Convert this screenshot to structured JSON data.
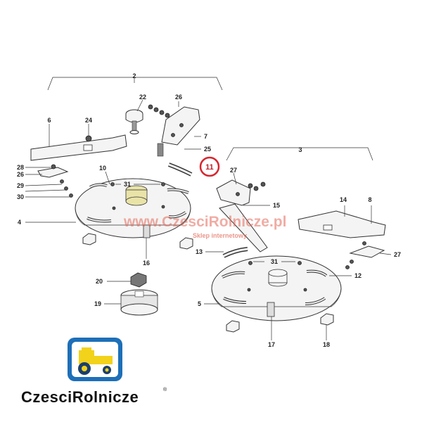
{
  "diagram": {
    "callouts": {
      "c2": "2",
      "c3": "3",
      "c4": "4",
      "c5": "5",
      "c6": "6",
      "c7": "7",
      "c8": "8",
      "c10": "10",
      "c11": "11",
      "c12": "12",
      "c13": "13",
      "c14": "14",
      "c15": "15",
      "c16": "16",
      "c17": "17",
      "c18": "18",
      "c19": "19",
      "c20": "20",
      "c22": "22",
      "c24": "24",
      "c25": "25",
      "c26a": "26",
      "c26b": "26",
      "c27a": "27",
      "c27b": "27",
      "c28": "28",
      "c29": "29",
      "c30": "30",
      "c31a": "31",
      "c31b": "31"
    },
    "highlighted_part": "11",
    "highlight_color": "#d8262f"
  },
  "watermark": {
    "site": "www.CzesciRolnicze.pl",
    "tagline": "Sklep internetowy"
  },
  "logo": {
    "text_part1": "Czesci",
    "text_part2": "Rolnicze",
    "registered": "®",
    "frame_color": "#1d6fb8",
    "tractor_color": "#f2d21a"
  }
}
